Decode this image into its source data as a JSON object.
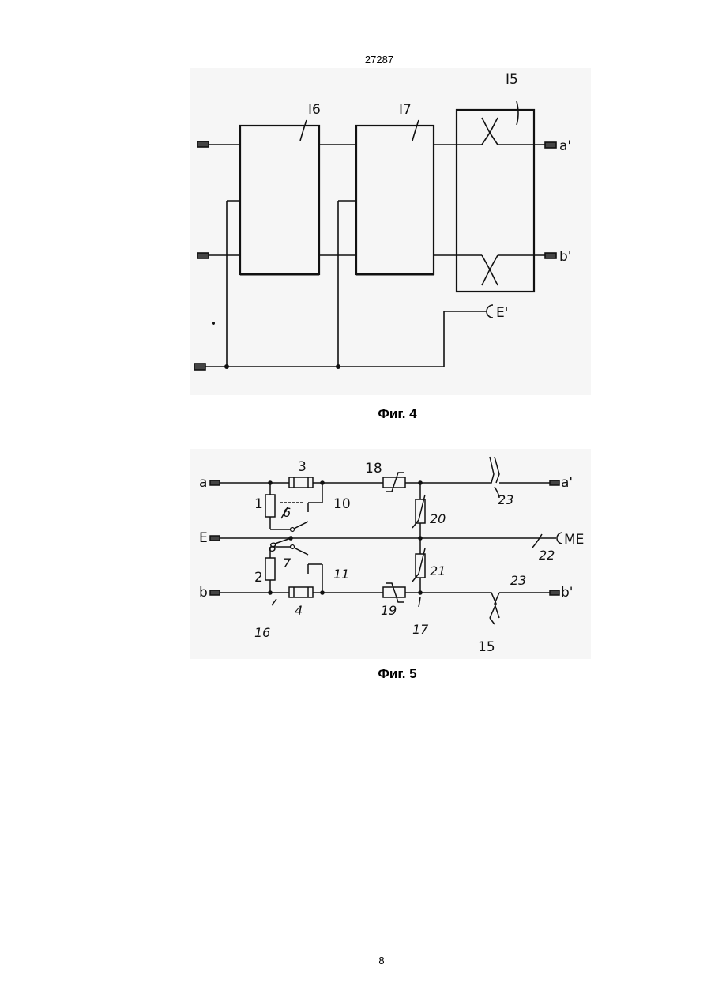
{
  "header": {
    "page_id": "27287"
  },
  "footer": {
    "page_number": "8"
  },
  "fig4": {
    "caption": "Фиг. 4",
    "labels": {
      "block_16": "I6",
      "block_17": "I7",
      "block_15": "I5",
      "out_a": "a'",
      "out_b": "b'",
      "earth": "E'"
    }
  },
  "fig5": {
    "caption": "Фиг. 5",
    "labels": {
      "in_a": "a",
      "in_e": "E",
      "in_b": "b",
      "out_a": "a'",
      "out_b": "b'",
      "me": "ME",
      "n1": "1",
      "n2": "2",
      "n3": "3",
      "n4": "4",
      "n6": "6",
      "n7": "7",
      "n8": "8",
      "n10": "10",
      "n11": "11",
      "n15": "15",
      "n16": "16",
      "n17": "17",
      "n18": "18",
      "n19": "19",
      "n20": "20",
      "n21": "21",
      "n22": "22",
      "n23a": "23",
      "n23b": "23"
    }
  }
}
